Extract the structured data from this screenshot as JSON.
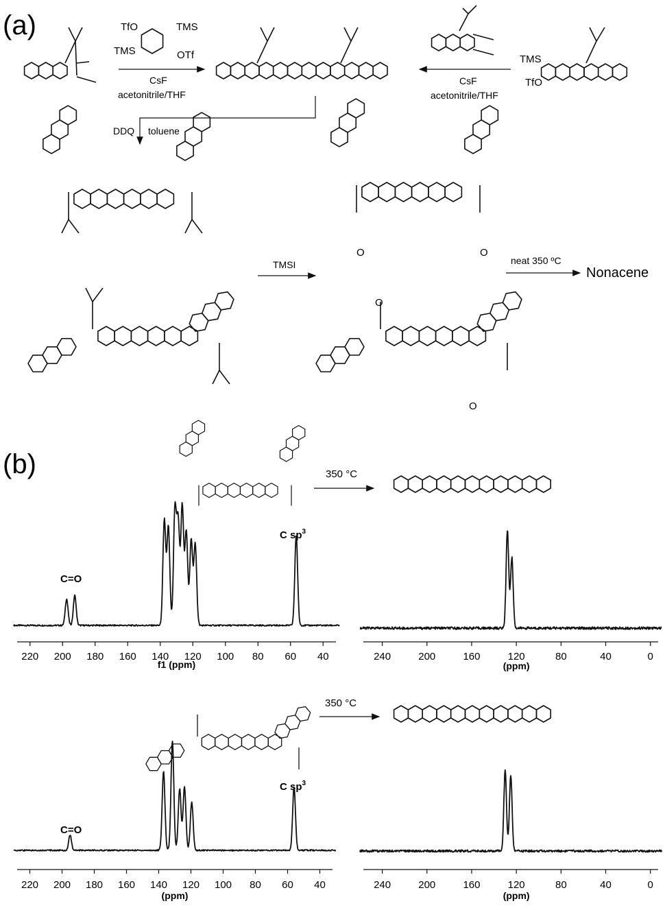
{
  "panel_a": {
    "label": "(a)",
    "reagents_top": {
      "left_reagent": {
        "otf1": "TfO",
        "tms1": "TMS",
        "tms2": "TMS",
        "otf2": "OTf"
      },
      "left_cond1": "CsF",
      "left_cond2": "acetonitrile/THF",
      "right_cond1": "CsF",
      "right_cond2": "acetonitrile/THF",
      "right_tms": "TMS",
      "right_tfo": "TfO"
    },
    "ddq_label": "DDQ",
    "toluene_label": "toluene",
    "tmsi_label": "TMSI",
    "heat_label": "neat 350 ºC",
    "product_label": "Nonacene",
    "ketone_o": "O"
  },
  "panel_b": {
    "label": "(b)",
    "arrow1": "350 °C",
    "arrow2": "350 °C",
    "co_label": "C=O",
    "csp3_label": "C sp",
    "csp3_sup": "3",
    "xlabel_f1": "f1 (ppm)",
    "xlabel_ppm": "(ppm)"
  },
  "chart_data": [
    {
      "type": "line",
      "name": "spectrum-top-left",
      "xlabel": "f1 (ppm)",
      "xlim": [
        230,
        30
      ],
      "ticks": [
        220,
        200,
        180,
        160,
        140,
        120,
        100,
        80,
        60,
        40
      ],
      "peaks": [
        {
          "x": 197.5,
          "h": 0.22
        },
        {
          "x": 192.5,
          "h": 0.25
        },
        {
          "x": 137.5,
          "h": 0.88
        },
        {
          "x": 135,
          "h": 0.82
        },
        {
          "x": 131,
          "h": 0.96
        },
        {
          "x": 129,
          "h": 0.85
        },
        {
          "x": 126.5,
          "h": 1.0
        },
        {
          "x": 124,
          "h": 0.78
        },
        {
          "x": 121,
          "h": 0.72
        },
        {
          "x": 118.5,
          "h": 0.68
        },
        {
          "x": 56.5,
          "h": 0.75
        }
      ],
      "annotations": [
        "C=O",
        "C sp3"
      ]
    },
    {
      "type": "line",
      "name": "spectrum-top-right",
      "xlabel": "(ppm)",
      "xlim": [
        260,
        -10
      ],
      "ticks": [
        240,
        200,
        160,
        120,
        80,
        40,
        0
      ],
      "peaks": [
        {
          "x": 128,
          "h": 1.0
        },
        {
          "x": 124,
          "h": 0.72
        }
      ]
    },
    {
      "type": "line",
      "name": "spectrum-bottom-left",
      "xlabel": "(ppm)",
      "xlim": [
        230,
        30
      ],
      "ticks": [
        220,
        200,
        180,
        160,
        140,
        120,
        100,
        80,
        60,
        40
      ],
      "peaks": [
        {
          "x": 195,
          "h": 0.14
        },
        {
          "x": 137,
          "h": 0.72
        },
        {
          "x": 131.5,
          "h": 1.0
        },
        {
          "x": 127,
          "h": 0.56
        },
        {
          "x": 124,
          "h": 0.58
        },
        {
          "x": 119.5,
          "h": 0.44
        },
        {
          "x": 56,
          "h": 0.58
        }
      ],
      "annotations": [
        "C=O",
        "C sp3"
      ]
    },
    {
      "type": "line",
      "name": "spectrum-bottom-right",
      "xlabel": "(ppm)",
      "xlim": [
        260,
        -10
      ],
      "ticks": [
        240,
        200,
        160,
        120,
        80,
        40,
        0
      ],
      "peaks": [
        {
          "x": 130,
          "h": 0.9
        },
        {
          "x": 125,
          "h": 0.85
        }
      ]
    }
  ]
}
